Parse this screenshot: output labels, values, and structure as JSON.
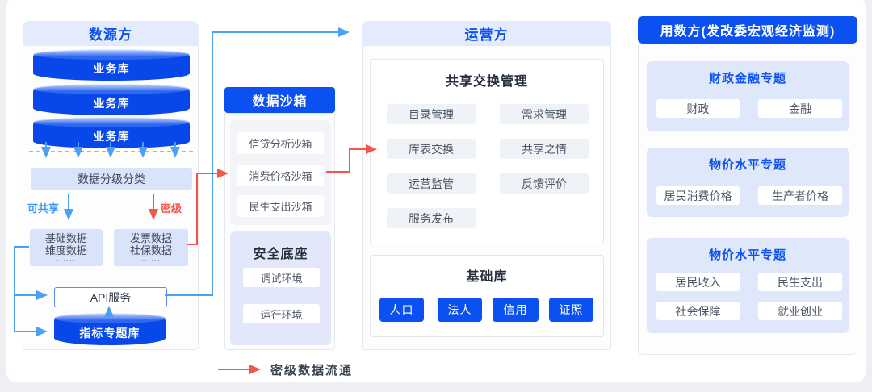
{
  "source": {
    "title": "数源方",
    "dbs": [
      "业务库",
      "业务库",
      "业务库"
    ],
    "classify": "数据分级分类",
    "shareable_label": "可共享",
    "secret_label": "密级",
    "box_share": [
      "基础数据",
      "维度数据",
      "······"
    ],
    "box_secret": [
      "发票数据",
      "社保数据",
      "······"
    ],
    "api": "API服务",
    "indicator_db": "指标专题库"
  },
  "sandbox": {
    "title": "数据沙箱",
    "items": [
      "信贷分析沙箱",
      "消费价格沙箱",
      "民生支出沙箱"
    ],
    "security": {
      "title": "安全底座",
      "items": [
        "调试环境",
        "运行环境"
      ]
    }
  },
  "operator": {
    "title": "运营方",
    "exchange": {
      "title": "共享交换管理",
      "items": [
        "目录管理",
        "需求管理",
        "库表交换",
        "共享之情",
        "运营监管",
        "反馈评价",
        "服务发布"
      ]
    },
    "base": {
      "title": "基础库",
      "items": [
        "人口",
        "法人",
        "信用",
        "证照"
      ]
    }
  },
  "consumer": {
    "title": "用数方(发改委宏观经济监测)",
    "topics": [
      {
        "title": "财政金融专题",
        "items": [
          "财政",
          "金融"
        ]
      },
      {
        "title": "物价水平专题",
        "items": [
          "居民消费价格",
          "生产者价格"
        ]
      },
      {
        "title": "物价水平专题",
        "items": [
          "居民收入",
          "民生支出",
          "社会保障",
          "就业创业"
        ]
      }
    ]
  },
  "legend": {
    "classified_flow": "密级数据流通"
  },
  "colors": {
    "primary_blue": "#0b50f0",
    "light_arrow_blue": "#4aa0f2",
    "alert_red": "#f2564d",
    "panel_header_bg": "#e4ebfc",
    "node_bg": "#d9e4fb"
  }
}
